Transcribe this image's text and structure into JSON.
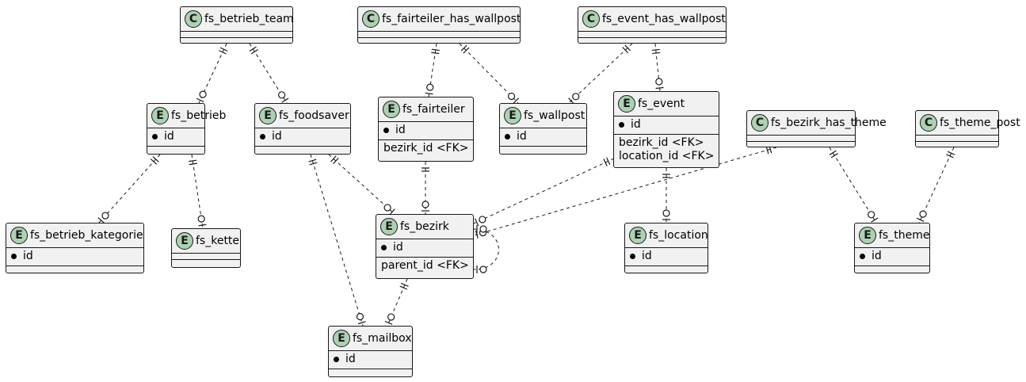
{
  "diagram": {
    "colors": {
      "node_fill": "#f1f1f1",
      "border": "#181818",
      "badge_fill": "#add1b2",
      "edge": "#181818"
    },
    "nodes": {
      "fs_betrieb_team": {
        "kind": "C",
        "title": "fs_betrieb_team",
        "fields": [],
        "fks": []
      },
      "fs_fairteiler_has_wallpost": {
        "kind": "C",
        "title": "fs_fairteiler_has_wallpost",
        "fields": [],
        "fks": []
      },
      "fs_event_has_wallpost": {
        "kind": "C",
        "title": "fs_event_has_wallpost",
        "fields": [],
        "fks": []
      },
      "fs_betrieb": {
        "kind": "E",
        "title": "fs_betrieb",
        "fields": [
          "id"
        ],
        "fks": []
      },
      "fs_foodsaver": {
        "kind": "E",
        "title": "fs_foodsaver",
        "fields": [
          "id"
        ],
        "fks": []
      },
      "fs_fairteiler": {
        "kind": "E",
        "title": "fs_fairteiler",
        "fields": [
          "id"
        ],
        "fks": [
          "bezirk_id <FK>"
        ]
      },
      "fs_wallpost": {
        "kind": "E",
        "title": "fs_wallpost",
        "fields": [
          "id"
        ],
        "fks": []
      },
      "fs_event": {
        "kind": "E",
        "title": "fs_event",
        "fields": [
          "id"
        ],
        "fks": [
          "bezirk_id <FK>",
          "location_id <FK>"
        ]
      },
      "fs_bezirk_has_theme": {
        "kind": "C",
        "title": "fs_bezirk_has_theme",
        "fields": [],
        "fks": []
      },
      "fs_theme_post": {
        "kind": "C",
        "title": "fs_theme_post",
        "fields": [],
        "fks": []
      },
      "fs_betrieb_kategorie": {
        "kind": "E",
        "title": "fs_betrieb_kategorie",
        "fields": [
          "id"
        ],
        "fks": []
      },
      "fs_kette": {
        "kind": "E",
        "title": "fs_kette",
        "fields": [],
        "fks": []
      },
      "fs_bezirk": {
        "kind": "E",
        "title": "fs_bezirk",
        "fields": [
          "id"
        ],
        "fks": [
          "parent_id <FK>"
        ]
      },
      "fs_location": {
        "kind": "E",
        "title": "fs_location",
        "fields": [
          "id"
        ],
        "fks": []
      },
      "fs_theme": {
        "kind": "E",
        "title": "fs_theme",
        "fields": [
          "id"
        ],
        "fks": []
      },
      "fs_mailbox": {
        "kind": "E",
        "title": "fs_mailbox",
        "fields": [
          "id"
        ],
        "fks": []
      }
    },
    "relations": [
      {
        "from": "fs_betrieb_team",
        "to": "fs_betrieb",
        "from_card": "one",
        "to_card": "zero-or-one"
      },
      {
        "from": "fs_betrieb_team",
        "to": "fs_foodsaver",
        "from_card": "one",
        "to_card": "zero-or-one"
      },
      {
        "from": "fs_fairteiler_has_wallpost",
        "to": "fs_fairteiler",
        "from_card": "one",
        "to_card": "zero-or-one"
      },
      {
        "from": "fs_fairteiler_has_wallpost",
        "to": "fs_wallpost",
        "from_card": "one",
        "to_card": "zero-or-one"
      },
      {
        "from": "fs_event_has_wallpost",
        "to": "fs_wallpost",
        "from_card": "one",
        "to_card": "zero-or-one"
      },
      {
        "from": "fs_event_has_wallpost",
        "to": "fs_event",
        "from_card": "one",
        "to_card": "zero-or-one"
      },
      {
        "from": "fs_betrieb",
        "to": "fs_betrieb_kategorie",
        "from_card": "one",
        "to_card": "zero-or-one"
      },
      {
        "from": "fs_betrieb",
        "to": "fs_kette",
        "from_card": "one",
        "to_card": "zero-or-one"
      },
      {
        "from": "fs_foodsaver",
        "to": "fs_bezirk",
        "from_card": "one",
        "to_card": "zero-or-one"
      },
      {
        "from": "fs_foodsaver",
        "to": "fs_mailbox",
        "from_card": "one",
        "to_card": "zero-or-one"
      },
      {
        "from": "fs_fairteiler",
        "to": "fs_bezirk",
        "from_card": "one",
        "to_card": "zero-or-one"
      },
      {
        "from": "fs_event",
        "to": "fs_bezirk",
        "from_card": "one",
        "to_card": "zero-or-one"
      },
      {
        "from": "fs_event",
        "to": "fs_location",
        "from_card": "one",
        "to_card": "zero-or-one"
      },
      {
        "from": "fs_bezirk_has_theme",
        "to": "fs_bezirk",
        "from_card": "one",
        "to_card": "zero-or-one"
      },
      {
        "from": "fs_bezirk_has_theme",
        "to": "fs_theme",
        "from_card": "one",
        "to_card": "zero-or-one"
      },
      {
        "from": "fs_theme_post",
        "to": "fs_theme",
        "from_card": "one",
        "to_card": "zero-or-one"
      },
      {
        "from": "fs_bezirk",
        "to": "fs_mailbox",
        "from_card": "one",
        "to_card": "zero-or-one"
      },
      {
        "from": "fs_bezirk",
        "to": "fs_bezirk",
        "from_card": "zero-or-one",
        "to_card": "zero-or-one"
      }
    ]
  }
}
